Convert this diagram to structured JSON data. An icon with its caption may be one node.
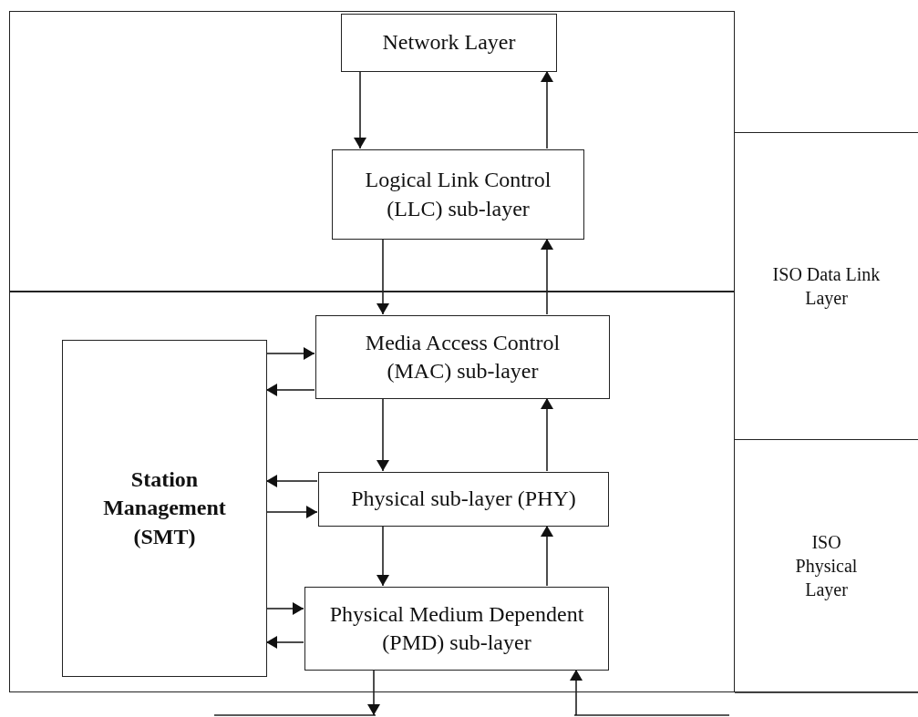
{
  "diagram": {
    "nodes": [
      {
        "text": [],
        "shape": "box"
      },
      {
        "text": [
          "Network Layer"
        ],
        "in": 0
      },
      {
        "text": [
          "Logical Link Control (LLC) sub-layer"
        ],
        "in": 0
      },
      {
        "text": [],
        "shape": "box"
      },
      {
        "text": [
          "Media Access Control (MAC) sub-layer"
        ],
        "in": 3
      },
      {
        "text": [
          "Station Management (SMT)"
        ],
        "in": 3
      },
      {
        "text": [
          "Physical sub-layer (PHY)"
        ],
        "in": 3
      },
      {
        "text": [
          "Physical Medium Dependent (PMD) sub-layer"
        ],
        "in": 3
      },
      {
        "text": [
          "ISO Data Link Layer"
        ]
      },
      {
        "text": [
          "ISO Physical Layer"
        ]
      }
    ],
    "edges": [
      {
        "from": 1,
        "to": 2,
        "arrow": "to"
      },
      {
        "from": 2,
        "to": 1,
        "arrow": "to"
      },
      {
        "from": 2,
        "to": 4,
        "arrow": "to"
      },
      {
        "from": 4,
        "to": 2,
        "arrow": "to"
      },
      {
        "from": 4,
        "to": 6,
        "arrow": "to"
      },
      {
        "from": 6,
        "to": 4,
        "arrow": "to"
      },
      {
        "from": 6,
        "to": 7,
        "arrow": "to"
      },
      {
        "from": 7,
        "to": 6,
        "arrow": "to"
      },
      {
        "from": 5,
        "to": 4,
        "arrow": "to"
      },
      {
        "from": 4,
        "to": 5,
        "arrow": "to"
      },
      {
        "from": 6,
        "to": 5,
        "arrow": "to"
      },
      {
        "from": 5,
        "to": 6,
        "arrow": "to"
      },
      {
        "from": 5,
        "to": 7,
        "arrow": "to"
      },
      {
        "from": 7,
        "to": 5,
        "arrow": "to"
      },
      {
        "from": 7,
        "to": null,
        "arrow": "to"
      },
      {
        "from": null,
        "to": 7,
        "arrow": "to"
      }
    ]
  }
}
